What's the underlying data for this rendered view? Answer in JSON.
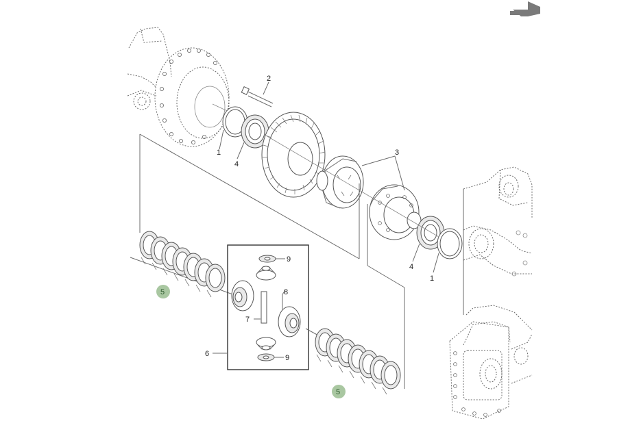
{
  "diagram": {
    "labels": {
      "p1a": "1",
      "p1b": "1",
      "p2": "2",
      "p3": "3",
      "p4a": "4",
      "p4b": "4",
      "p5a": "5",
      "p5b": "5",
      "p6": "6",
      "p7": "7",
      "p8": "8",
      "p9a": "9",
      "p9b": "9"
    },
    "colors": {
      "callout_fill": "#a9c7a1",
      "arrow": "#7a7a7a",
      "line": "#6b6b6b"
    },
    "icons": {
      "nav": "arrow-right-icon"
    }
  }
}
